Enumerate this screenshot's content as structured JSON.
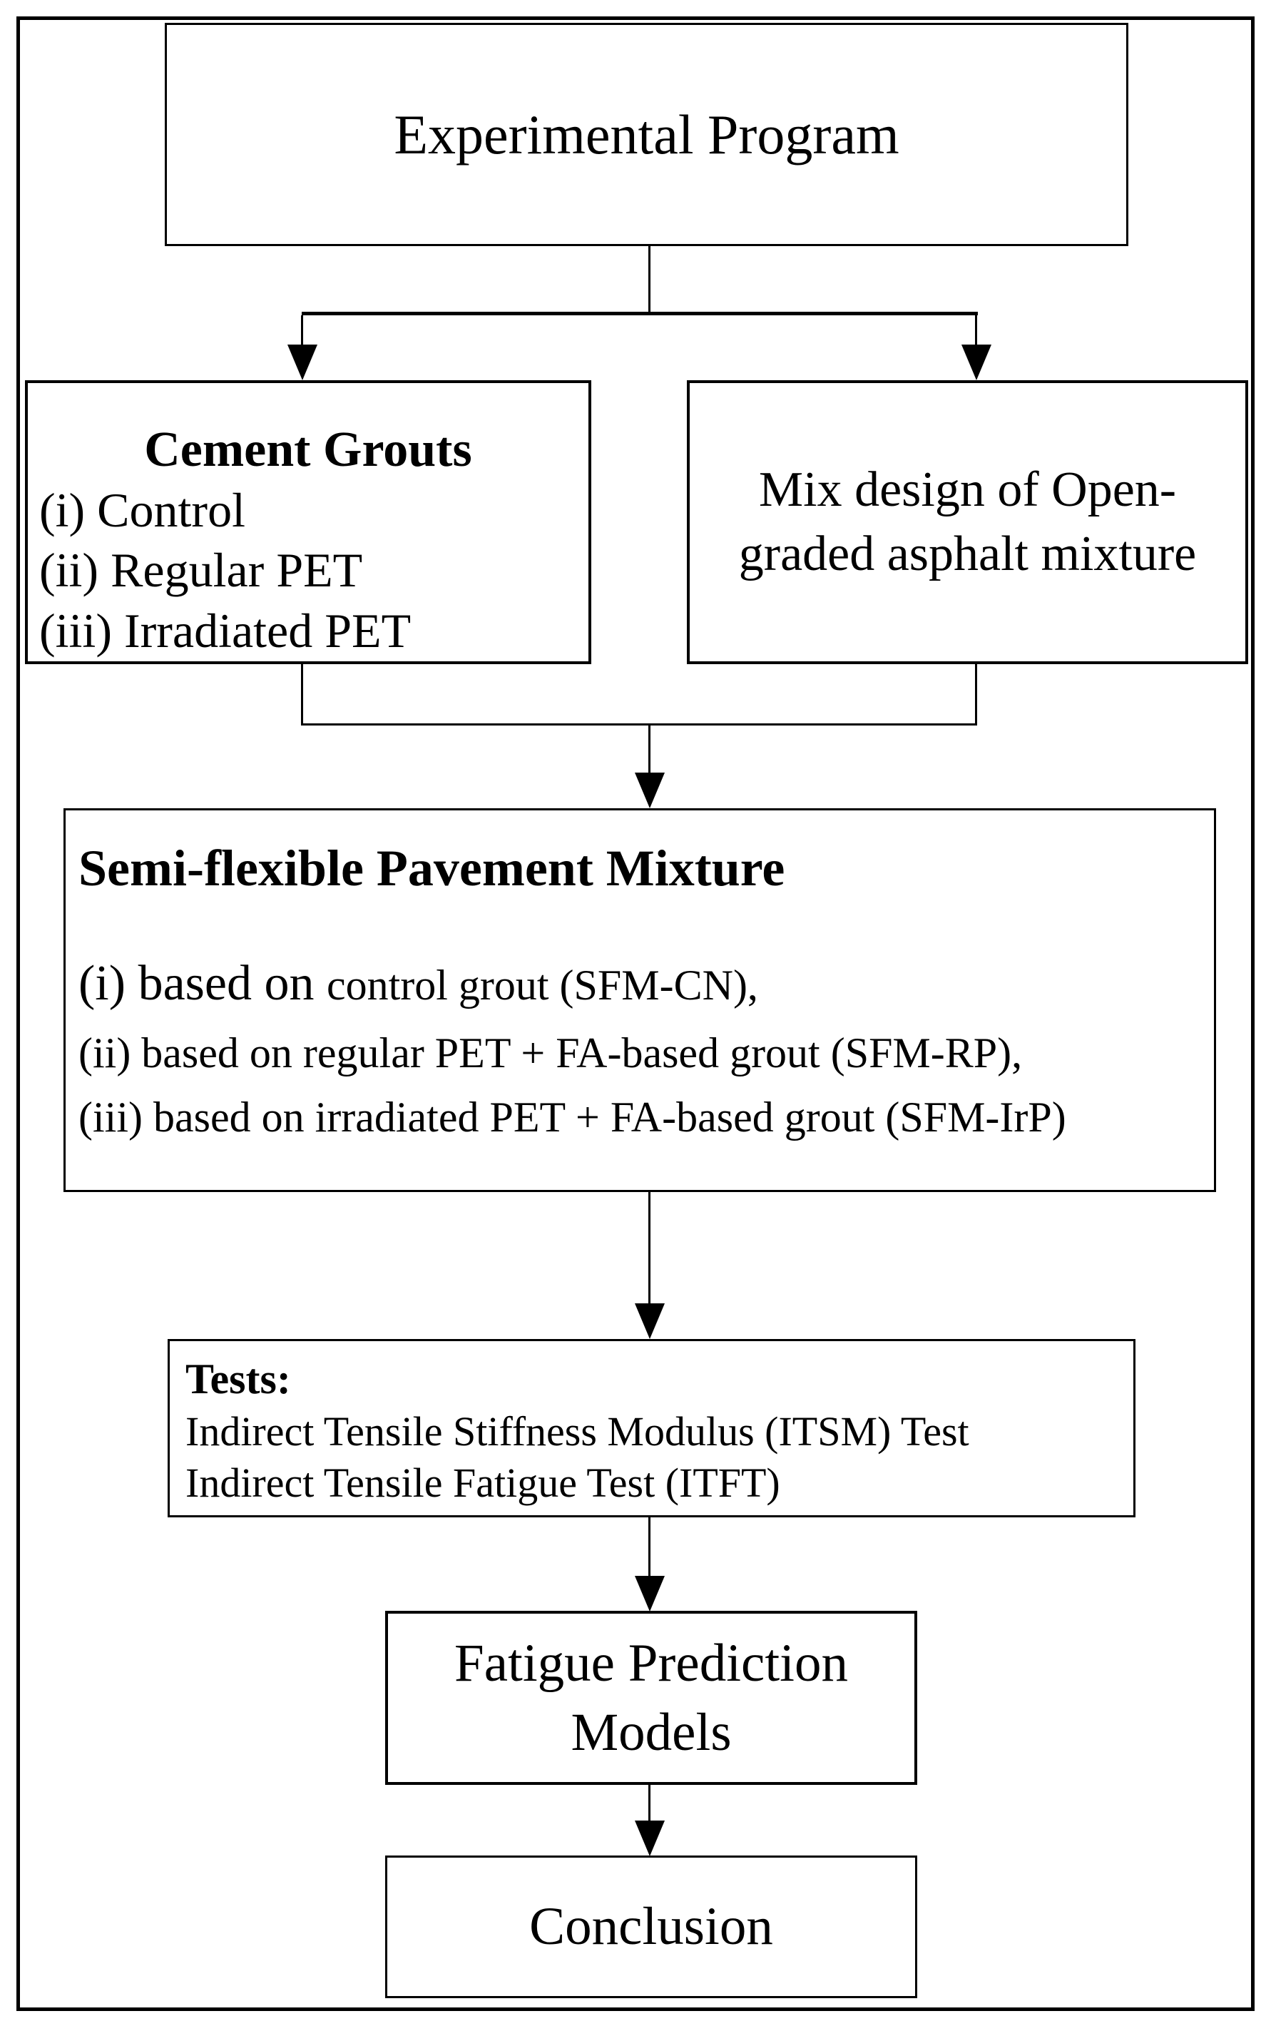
{
  "diagram": {
    "type": "flowchart",
    "colors": {
      "line": "#000000",
      "background": "#ffffff",
      "text": "#000000"
    },
    "boxes": {
      "experimental": {
        "title": "Experimental Program"
      },
      "cement": {
        "title": "Cement Grouts",
        "items": [
          "(i) Control",
          "(ii) Regular PET",
          "(iii) Irradiated PET"
        ]
      },
      "mix": {
        "line1": "Mix design of Open-",
        "line2": "graded asphalt mixture"
      },
      "semi": {
        "title": "Semi-flexible Pavement Mixture",
        "item1_lead": "(i) based on ",
        "item1_rest": "control grout (SFM-CN),",
        "item2": "(ii) based on regular PET + FA-based grout (SFM-RP),",
        "item3": "(iii) based on irradiated PET + FA-based grout (SFM-IrP)"
      },
      "tests": {
        "title": "Tests:",
        "items": [
          "Indirect Tensile Stiffness Modulus (ITSM) Test",
          "Indirect Tensile Fatigue Test (ITFT)"
        ]
      },
      "fatigue": {
        "line1": "Fatigue Prediction",
        "line2": "Models"
      },
      "conclusion": {
        "title": "Conclusion"
      }
    }
  }
}
